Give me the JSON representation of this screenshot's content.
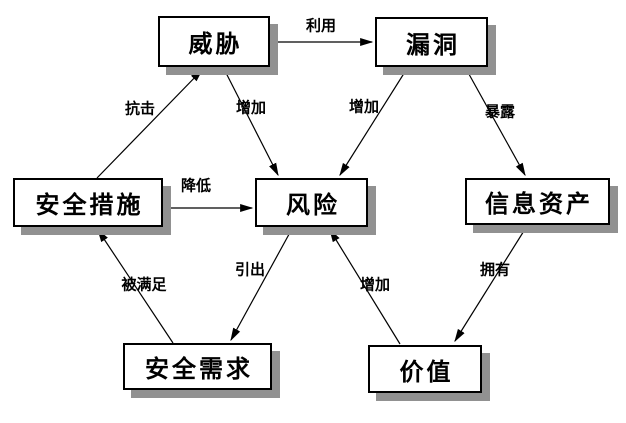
{
  "diagram": {
    "title": "risk-relationship-diagram",
    "colors": {
      "background": "#ffffff",
      "node_fill": "#ffffff",
      "node_border": "#000000",
      "node_shadow": "#919191",
      "line": "#000000",
      "text": "#000000"
    },
    "nodes": [
      {
        "id": "threat",
        "label": "威胁"
      },
      {
        "id": "vulnerability",
        "label": "漏洞"
      },
      {
        "id": "safeguards",
        "label": "安全措施"
      },
      {
        "id": "risk",
        "label": "风险"
      },
      {
        "id": "assets",
        "label": "信息资产"
      },
      {
        "id": "requirements",
        "label": "安全需求"
      },
      {
        "id": "value",
        "label": "价值"
      }
    ],
    "edges": [
      {
        "from": "threat",
        "to": "vulnerability",
        "label": "利用"
      },
      {
        "from": "safeguards",
        "to": "threat",
        "label": "抗击"
      },
      {
        "from": "threat",
        "to": "risk",
        "label": "增加"
      },
      {
        "from": "vulnerability",
        "to": "risk",
        "label": "增加"
      },
      {
        "from": "vulnerability",
        "to": "assets",
        "label": "暴露"
      },
      {
        "from": "safeguards",
        "to": "risk",
        "label": "降低"
      },
      {
        "from": "requirements",
        "to": "safeguards",
        "label": "被满足"
      },
      {
        "from": "risk",
        "to": "requirements",
        "label": "引出"
      },
      {
        "from": "value",
        "to": "risk",
        "label": "增加"
      },
      {
        "from": "assets",
        "to": "value",
        "label": "拥有"
      }
    ]
  }
}
